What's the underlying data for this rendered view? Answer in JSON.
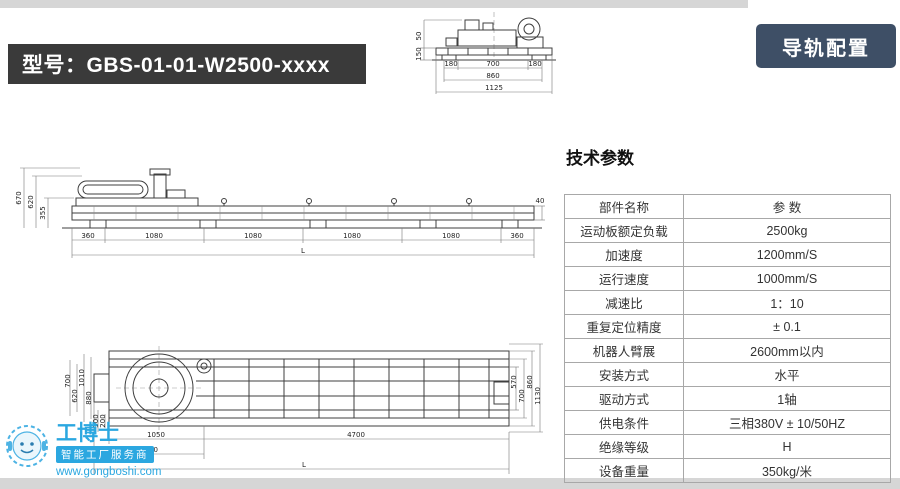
{
  "header": {
    "model_badge": "型号：GBS-01-01-W2500-xxxx",
    "corner_badge": "导轨配置"
  },
  "specs": {
    "title": "技术参数",
    "headers": [
      "部件名称",
      "参 数"
    ],
    "rows": [
      [
        "运动板额定负载",
        "2500kg"
      ],
      [
        "加速度",
        "1200mm/S"
      ],
      [
        "运行速度",
        "1000mm/S"
      ],
      [
        "减速比",
        "1：10"
      ],
      [
        "重复定位精度",
        "± 0.1"
      ],
      [
        "机器人臂展",
        "2600mm以内"
      ],
      [
        "安装方式",
        "水平"
      ],
      [
        "驱动方式",
        "1轴"
      ],
      [
        "供电条件",
        "三相380V ± 10/50HZ"
      ],
      [
        "绝缘等级",
        "H"
      ],
      [
        "设备重量",
        "350kg/米"
      ]
    ]
  },
  "drawings": {
    "end_view": {
      "d180l": "180",
      "d700": "700",
      "d180r": "180",
      "d860": "860",
      "d1125": "1125",
      "d50": "50",
      "d150": "150"
    },
    "side_view": {
      "d670": "670",
      "d620": "620",
      "d355": "355",
      "d40": "40",
      "bottom": [
        "360",
        "1080",
        "1080",
        "1080",
        "1080",
        "360"
      ],
      "total": "L"
    },
    "top_view": {
      "left": [
        "700",
        "620",
        "1010",
        "880",
        "300",
        "200"
      ],
      "right": [
        "570",
        "700",
        "860",
        "1130"
      ],
      "d1050": "1050",
      "d4700": "4700",
      "d1200": "1200",
      "total": "L"
    }
  },
  "watermark": {
    "brand": "工博士",
    "tagline": "智能工厂服务商",
    "url": "www.gongboshi.com"
  }
}
